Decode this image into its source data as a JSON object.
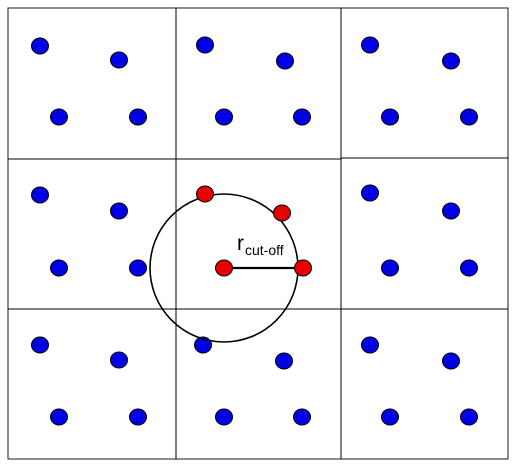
{
  "colors": {
    "image_atom": "#0000e6",
    "neighbor_atom": "#e60000",
    "line": "#000000",
    "background": "#ffffff"
  },
  "grid": {
    "rows": 3,
    "cols": 3
  },
  "label": {
    "symbol": "r",
    "subscript": "cut-off"
  }
}
